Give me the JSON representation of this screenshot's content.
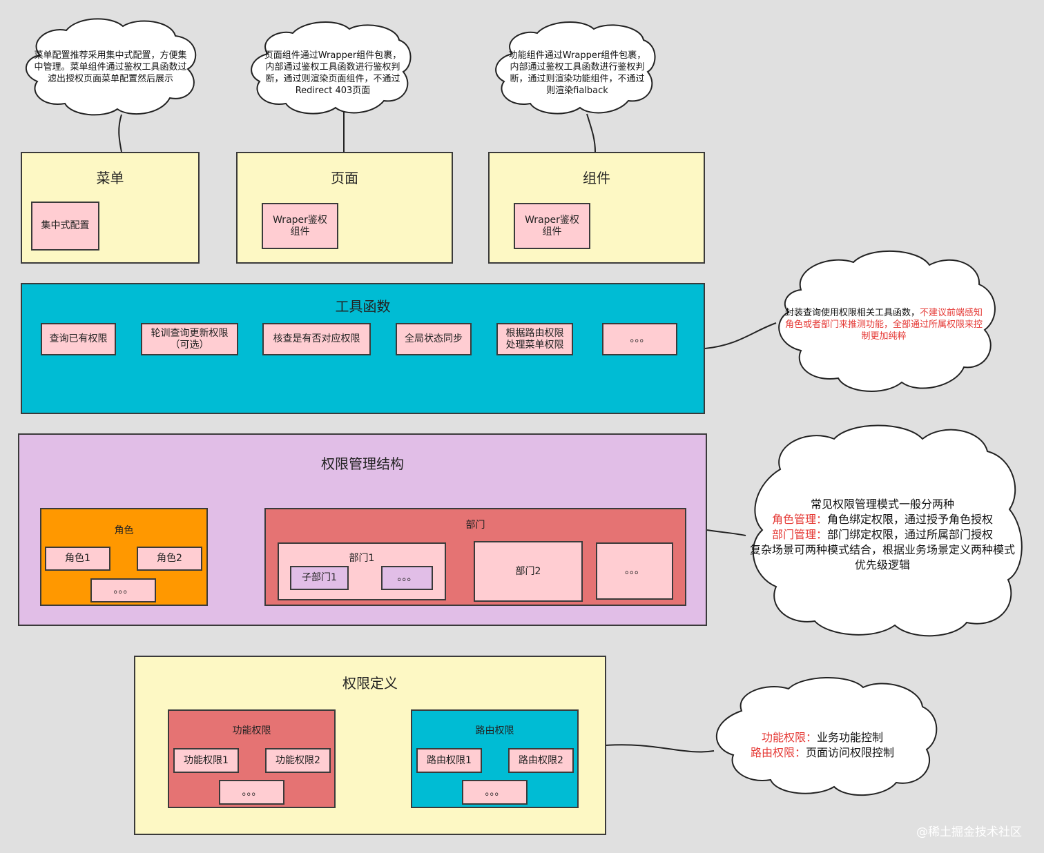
{
  "notes": {
    "menu": "菜单配置推荐采用集中式配置，方便集中管理。菜单组件通过鉴权工具函数过滤出授权页面菜单配置然后展示",
    "page": "页面组件通过Wrapper组件包裹，内部通过鉴权工具函数进行鉴权判断，通过则渲染页面组件，不通过Redirect 403页面",
    "component": "功能组件通过Wrapper组件包裹，内部通过鉴权工具函数进行鉴权判断，通过则渲染功能组件，不通过则渲染fialback",
    "tools_plain": "封装查询使用权限相关工具函数，",
    "tools_red": "不建议前端感知角色或者部门来推测功能，全部通过所属权限来控制更加纯粹",
    "structure_line1": "常见权限管理模式一般分两种",
    "structure_role_key": "角色管理：",
    "structure_role_val": "角色绑定权限，通过授予角色授权",
    "structure_dept_key": "部门管理：",
    "structure_dept_val": "部门绑定权限，通过所属部门授权",
    "structure_line4": "复杂场景可两种模式结合，根据业务场景定义两种模式优先级逻辑",
    "def_func_key": "功能权限：",
    "def_func_val": "业务功能控制",
    "def_route_key": "路由权限：",
    "def_route_val": "页面访问权限控制"
  },
  "layer_menu": {
    "title": "菜单",
    "item": "集中式配置"
  },
  "layer_page": {
    "title": "页面",
    "item": "Wraper鉴权组件"
  },
  "layer_component": {
    "title": "组件",
    "item": "Wraper鉴权组件"
  },
  "tools": {
    "title": "工具函数",
    "items": [
      "查询已有权限",
      "轮训查询更新权限（可选）",
      "核查是有否对应权限",
      "全局状态同步",
      "根据路由权限处理菜单权限",
      "。。。"
    ]
  },
  "structure": {
    "title": "权限管理结构",
    "role": {
      "title": "角色",
      "items": [
        "角色1",
        "角色2",
        "。。。"
      ]
    },
    "dept": {
      "title": "部门",
      "dept1": {
        "title": "部门1",
        "items": [
          "子部门1",
          "。。。"
        ]
      },
      "dept2": "部门2",
      "more": "。。。"
    }
  },
  "definition": {
    "title": "权限定义",
    "func": {
      "title": "功能权限",
      "items": [
        "功能权限1",
        "功能权限2",
        "。。。"
      ]
    },
    "route": {
      "title": "路由权限",
      "items": [
        "路由权限1",
        "路由权限2",
        "。。。"
      ]
    }
  },
  "watermark": "@稀土掘金技术社区",
  "colors": {
    "background": "#e0e0e0",
    "yellow": "#fdf8c4",
    "cyan": "#00bcd4",
    "purple": "#e1bee7",
    "orange": "#ff9800",
    "red": "#e57373",
    "pink": "#ffcdd2",
    "highlight": "#e53935"
  }
}
